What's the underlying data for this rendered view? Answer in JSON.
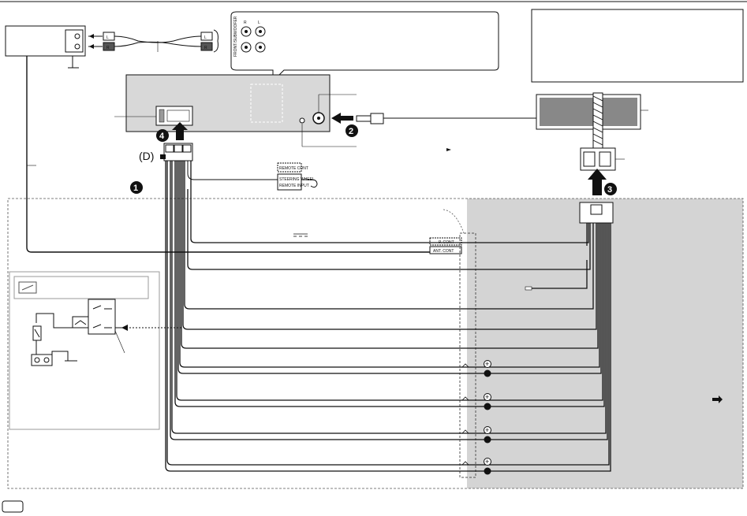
{
  "rca_panel": {
    "r_label": "R",
    "l_label": "L",
    "side_label": "FRONT/SUBWOOFER"
  },
  "amp_box": {
    "l_plug": "L",
    "r_plug": "R"
  },
  "remote_cont": {
    "tag1": "REMOTE CONT",
    "tag2": "STEERING WHEEL",
    "tag3": "REMOTE INPUT"
  },
  "connector_tags": {
    "p_cont": "P. CONT",
    "ant_cont": "ANT. CONT"
  },
  "labels": {
    "d": "(D)"
  },
  "steps": [
    "1",
    "2",
    "3",
    "4"
  ],
  "polarity": {
    "plus": "+",
    "minus": "−"
  },
  "colors": {
    "line": "#111111",
    "gray_area": "#d4d4d4",
    "panel_fill": "#d8d8d8",
    "connector_fill": "#ffffff"
  }
}
